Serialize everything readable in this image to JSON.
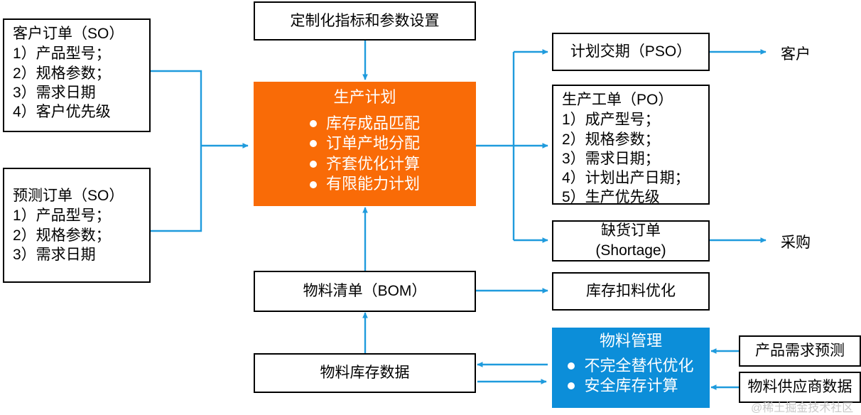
{
  "diagram": {
    "title_hidden": "",
    "accent_line": "#1f9bdd",
    "orange_fill": "#f96b07",
    "blue_fill": "#0c8ed9",
    "border_color": "#000000"
  },
  "nodes": {
    "customer_order": {
      "title": "客户订单（SO）",
      "items": [
        "1）产品型号；",
        "2）规格参数；",
        "3）需求日期",
        "4）客户优先级"
      ]
    },
    "forecast_order": {
      "title": "预测订单（SO）",
      "items": [
        "1）产品型号；",
        "2）规格参数；",
        "3）需求日期"
      ]
    },
    "custom_params": {
      "title": "定制化指标和参数设置"
    },
    "production_plan": {
      "title": "生产计划",
      "bullets": [
        "库存成品匹配",
        "订单产地分配",
        "齐套优化计算",
        "有限能力计划"
      ]
    },
    "planned_delivery": {
      "title": "计划交期（PSO）"
    },
    "production_order": {
      "title": "生产工单（PO）",
      "items": [
        "1）成产型号；",
        "2）规格参数；",
        "3）需求日期；",
        "4）计划出产日期；",
        "5）生产优先级"
      ]
    },
    "shortage_order": {
      "title_line1": "缺货订单",
      "title_line2": "(Shortage)"
    },
    "bom": {
      "title": "物料清单（BOM）"
    },
    "inventory_deduction": {
      "title": "库存扣料优化"
    },
    "material_inventory_data": {
      "title": "物料库存数据"
    },
    "material_management": {
      "title": "物料管理",
      "bullets": [
        "不完全替代优化",
        "安全库存计算"
      ]
    },
    "demand_forecast": {
      "title": "产品需求预测"
    },
    "supplier_data": {
      "title": "物料供应商数据"
    }
  },
  "labels": {
    "customer": "客户",
    "purchasing": "采购"
  },
  "watermark": {
    "text": "@稀土掘金技术社区"
  }
}
